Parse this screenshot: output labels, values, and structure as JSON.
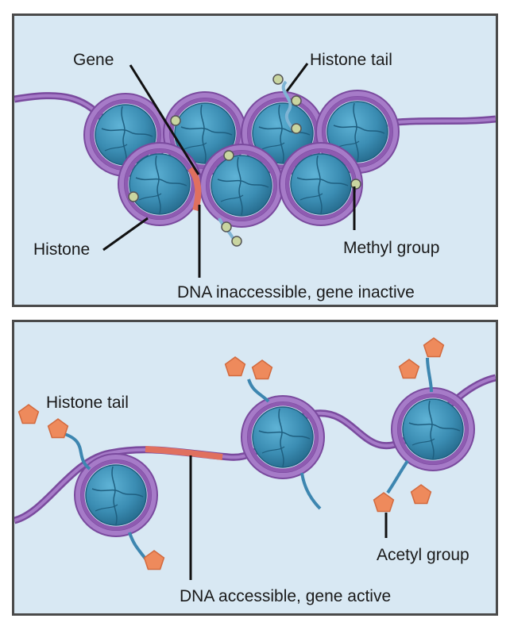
{
  "top_panel": {
    "labels": {
      "gene": "Gene",
      "histone_tail": "Histone tail",
      "histone": "Histone",
      "methyl_group": "Methyl group",
      "status": "DNA inaccessible, gene inactive"
    }
  },
  "bottom_panel": {
    "labels": {
      "histone_tail": "Histone tail",
      "acetyl_group": "Acetyl group",
      "status": "DNA accessible, gene active"
    }
  },
  "colors": {
    "background": "#d8e8f3",
    "dna": "#8e5bb1",
    "histone": "#3b8db3",
    "gene": "#e0705f",
    "methyl": "#c9d5a0",
    "acetyl": "#ee8a5c",
    "tail": "#3d86b0"
  }
}
